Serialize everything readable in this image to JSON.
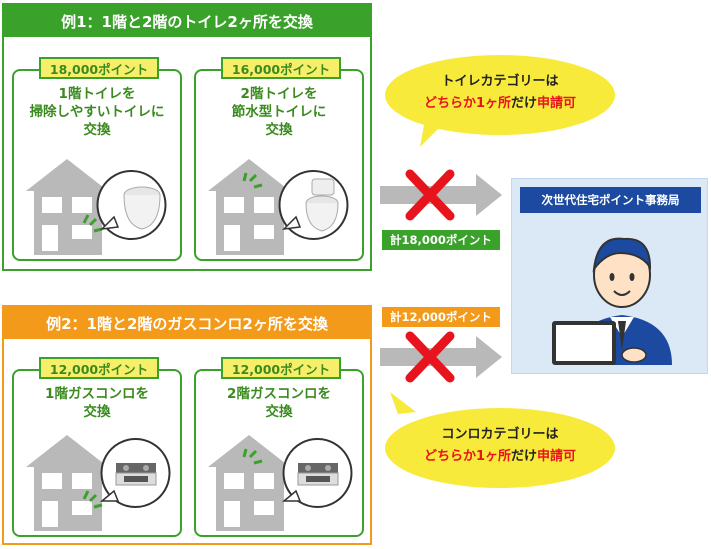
{
  "colors": {
    "green": "#3aa12a",
    "orange": "#f39a1a",
    "yellow": "#f7ea3a",
    "red": "#e8141d",
    "navy": "#1b4aa0",
    "gray": "#b9b9b9"
  },
  "example1": {
    "title": "例1：1階と2階のトイレ2ヶ所を交換",
    "cards": [
      {
        "points": "18,000ポイント",
        "line1": "1階トイレを",
        "line2": "掃除しやすいトイレに",
        "line3": "交換",
        "icon": "house-1f-toilet-icon"
      },
      {
        "points": "16,000ポイント",
        "line1": "2階トイレを",
        "line2": "節水型トイレに",
        "line3": "交換",
        "icon": "house-2f-toilet-icon"
      }
    ],
    "total": "計18,000ポイント"
  },
  "example2": {
    "title": "例2：1階と2階のガスコンロ2ヶ所を交換",
    "cards": [
      {
        "points": "12,000ポイント",
        "line1": "1階ガスコンロを",
        "line2": "交換",
        "icon": "house-1f-stove-icon"
      },
      {
        "points": "12,000ポイント",
        "line1": "2階ガスコンロを",
        "line2": "交換",
        "icon": "house-2f-stove-icon"
      }
    ],
    "total": "計12,000ポイント"
  },
  "bubble_toilet": {
    "line1": "トイレカテゴリーは",
    "pre": "どちらか1ヶ所",
    "mid": "だけ",
    "post": "申請可"
  },
  "bubble_stove": {
    "line1": "コンロカテゴリーは",
    "pre": "どちらか1ヶ所",
    "mid": "だけ",
    "post": "申請可"
  },
  "office": {
    "title": "次世代住宅ポイント事務局",
    "icon": "office-worker-laptop-icon"
  }
}
